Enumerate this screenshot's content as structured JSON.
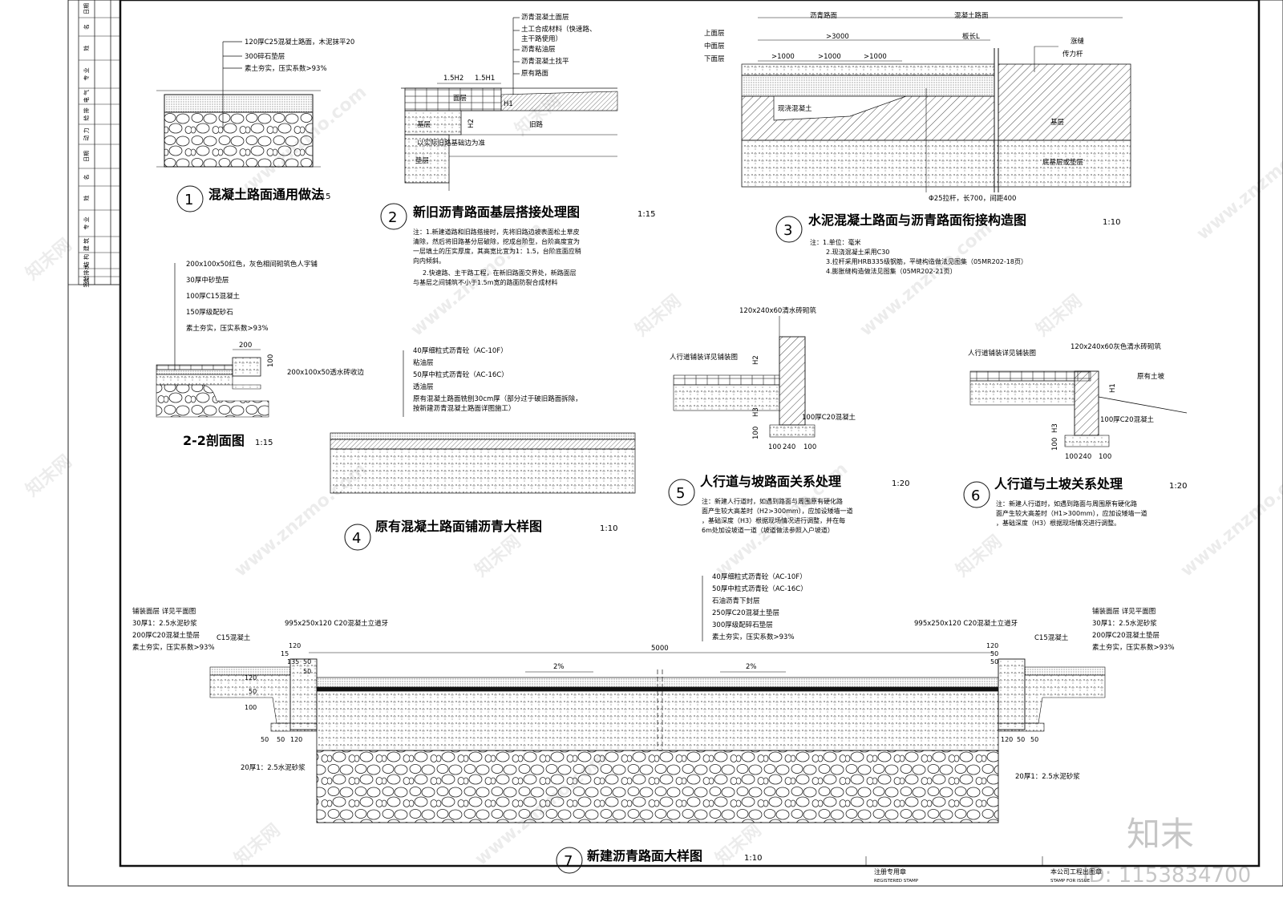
{
  "title_block": {
    "col1": [
      "日期",
      "名",
      "姓",
      "专 业",
      "电 气",
      "给 排",
      "动 力",
      "日期",
      "名",
      "姓",
      "专 业",
      "建 筑",
      "结 构",
      "给排水",
      "会",
      "签"
    ]
  },
  "d1": {
    "num": "1",
    "title": "混凝土路面通用做法",
    "scale": "1:15",
    "layers": [
      "120厚C25混凝土路面，木泥抹平20",
      "300碎石垫层",
      "素土夯实，压实系数>93%"
    ]
  },
  "d2": {
    "num": "2",
    "title": "新旧沥青路面基层搭接处理图",
    "scale": "1:15",
    "layers": [
      "沥青混凝土面层",
      "土工合成材料（快速路、",
      "主干路使用）",
      "沥青粘油层",
      "沥青混凝土找平",
      "原有路面"
    ],
    "dims": [
      "1.5H2",
      "1.5H1",
      "H1",
      "H2"
    ],
    "tags": [
      "面层",
      "基层",
      "垫层",
      "旧路",
      "以实际旧路基础边为准"
    ],
    "notes": [
      "注：1.新建道路和旧路搭接时，先将旧路边坡表面松土草皮",
      "清除，然后将旧路基分层破除，挖成台阶型，台阶高度宜为",
      "一层填土的压实厚度，其高宽比宜为1：1.5，台阶底面应稍",
      "向内倾斜。",
      "2.快速路、主干路工程，在新旧路面交界处，新路面层",
      "与基层之间铺筑不小于1.5m宽的路面防裂合成材料"
    ]
  },
  "d3": {
    "num": "3",
    "title": "水泥混凝土路面与沥青路面衔接构造图",
    "scale": "1:10",
    "head": [
      "沥青路面",
      "混凝土路面"
    ],
    "layer_tags": [
      "上面层",
      "中面层",
      "下面层"
    ],
    "dims": [
      ">3000",
      "板长L",
      ">1000",
      ">1000",
      ">1000"
    ],
    "right_tags": [
      "涨缝",
      "传力杆"
    ],
    "tags": [
      "现浇混凝土",
      "基层",
      "底基层或垫层",
      "Φ25拉杆，长700，间距400"
    ],
    "notes": [
      "注：1.单位：毫米",
      "2.现浇混凝土采用C30",
      "3.拉杆采用HRB335级钢筋，平缝构造做法见图集（05MR202-18页）",
      "4.膨胀缝构造做法见图集（05MR202-21页）"
    ]
  },
  "d22": {
    "title": "2-2剖面图",
    "scale": "1:15",
    "layers": [
      "200x100x50红色，灰色相间砌筑色人字铺",
      "30厚中砂垫层",
      "100厚C15混凝土",
      "150厚级配砂石",
      "素土夯实，压实系数>93%"
    ],
    "dims": [
      "200",
      "100"
    ],
    "curb": "200x100x50透水砖收边"
  },
  "d4": {
    "num": "4",
    "title": "原有混凝土路面铺沥青大样图",
    "scale": "1:10",
    "layers": [
      "40厚细粒式沥青砼（AC-10F）",
      "粘油层",
      "50厚中粒式沥青砼（AC-16C）",
      "透油层",
      "原有混凝土路面铣刨30cm厚（部分过于破旧路面拆除，",
      "按新建沥青混凝土路面详图施工）"
    ]
  },
  "d5": {
    "num": "5",
    "title": "人行道与坡路面关系处理",
    "scale": "1:20",
    "top": "120x240x60清水砖砌筑",
    "pave": "人行道铺装详见铺装图",
    "base": "100厚C20混凝土",
    "dims": [
      "H2",
      "H3",
      "100",
      "100",
      "240",
      "100"
    ],
    "notes": [
      "注：新建人行道时，如遇到路面与周围原有硬化路",
      "面产生较大高差时（H2>300mm），应加设矮墙一道",
      "，基础深度（H3）根据现场情况进行调整，并在每",
      "6m处加设坡道一道（坡道做法参照入户坡道）"
    ]
  },
  "d6": {
    "num": "6",
    "title": "人行道与土坡关系处理",
    "scale": "1:20",
    "top": "120x240x60灰色清水砖砌筑",
    "pave": "人行道铺装详见铺装图",
    "slope": "原有土坡",
    "base": "100厚C20混凝土",
    "dims": [
      "H1",
      "H3",
      "100",
      "100",
      "240",
      "100"
    ],
    "notes": [
      "注：新建人行道时，如遇到路面与周围原有硬化路",
      "面产生较大高差时（H1>300mm），应加设矮墙一道",
      "，基础深度（H3）根据现场情况进行调整。"
    ]
  },
  "d7": {
    "num": "7",
    "title": "新建沥青路面大样图",
    "scale": "1:10",
    "layers": [
      "40厚细粒式沥青砼（AC-10F）",
      "50厚中粒式沥青砼（AC-16C）",
      "石油沥青下封层",
      "250厚C20混凝土垫层",
      "300厚级配碎石垫层",
      "素土夯实，压实系数>93%"
    ],
    "left_layers": [
      "铺装面层 详见平面图",
      "30厚1：2.5水泥砂浆",
      "200厚C20混凝土垫层",
      "素土夯实，压实系数>93%"
    ],
    "right_layers": [
      "铺装面层 详见平面图",
      "30厚1：2.5水泥砂浆",
      "200厚C20混凝土垫层",
      "素土夯实，压实系数>93%"
    ],
    "curb": "995x250x120 C20混凝土立道牙",
    "c15": "C15混凝土",
    "width": "5000",
    "slope": "2%",
    "mortar_l": "20厚1：2.5水泥砂浆",
    "mortar_r": "20厚1：2.5水泥砂浆",
    "dims_l": [
      "120",
      "15",
      "135",
      "50",
      "50",
      "120",
      "50",
      "100",
      "50",
      "50",
      "120"
    ],
    "dims_r": [
      "120",
      "50",
      "50",
      "120",
      "50",
      "50"
    ]
  },
  "stamps": {
    "left": "注册专用章",
    "left_en": "REGISTERED STAMP",
    "right": "本公司工程出图章",
    "right_en": "STAMP FOR ISSUE"
  },
  "watermarks": {
    "brand": "知末",
    "id": "ID: 1153834700",
    "site": "www.znzmo.com",
    "cn": "知末网"
  }
}
